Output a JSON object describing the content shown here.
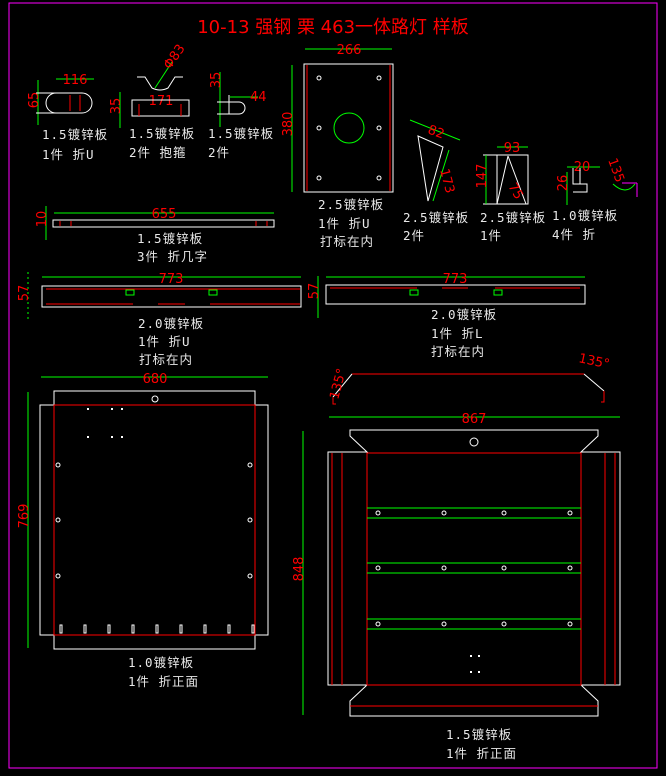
{
  "title": "10-13 强钢 栗 463一体路灯 样板",
  "colors": {
    "background": "#000000",
    "frame": "#ff00ff",
    "outline": "#ffffff",
    "bend_line": "#ff0000",
    "dimension": "#00ff00",
    "dimension_text": "#ff0000"
  },
  "parts": [
    {
      "dims": [
        "116",
        "65"
      ],
      "material": "1.5镀锌板",
      "note": "1件 折U"
    },
    {
      "dims": [
        "Φ83",
        "171",
        "35"
      ],
      "material": "1.5镀锌板",
      "note": "2件 抱箍"
    },
    {
      "dims": [
        "35",
        "44"
      ],
      "material": "1.5镀锌板",
      "note": "2件"
    },
    {
      "dims": [
        "266",
        "380"
      ],
      "material": "2.5镀锌板",
      "note": "1件 折U",
      "note2": "打标在内"
    },
    {
      "dims": [
        "82",
        "173"
      ],
      "material": "2.5镀锌板",
      "note": "2件"
    },
    {
      "dims": [
        "93",
        "147",
        "75"
      ],
      "material": "2.5镀锌板",
      "note": "1件"
    },
    {
      "dims": [
        "20",
        "26",
        "135"
      ],
      "material": "1.0镀锌板",
      "note": "4件 折"
    },
    {
      "dims": [
        "655",
        "10"
      ],
      "material": "1.5镀锌板",
      "note": "3件 折几字"
    },
    {
      "dims": [
        "773",
        "57"
      ],
      "material": "2.0镀锌板",
      "note": "1件 折U",
      "note2": "打标在内"
    },
    {
      "dims": [
        "773",
        "57"
      ],
      "material": "2.0镀锌板",
      "note": "1件 折L",
      "note2": "打标在内"
    },
    {
      "dims": [
        "680",
        "769"
      ],
      "material": "1.0镀锌板",
      "note": "1件 折正面"
    },
    {
      "dims": [
        "867",
        "848",
        "135°",
        "135°"
      ],
      "material": "1.5镀锌板",
      "note": "1件 折正面"
    }
  ]
}
